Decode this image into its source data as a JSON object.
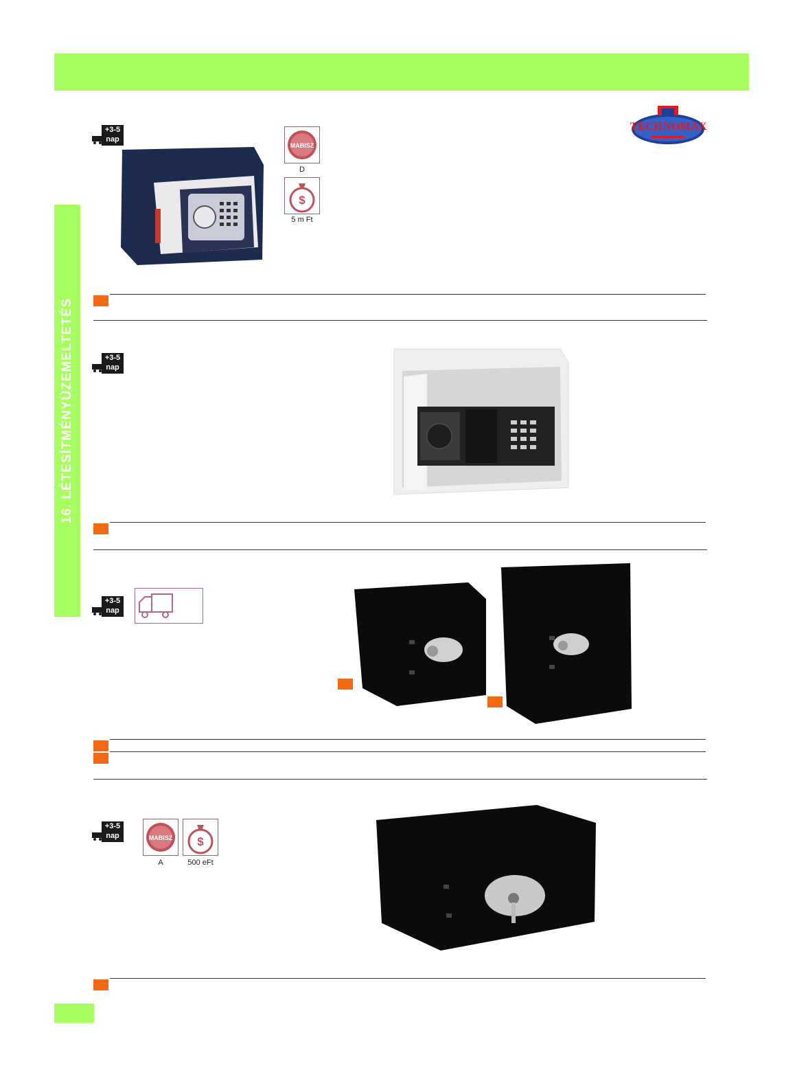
{
  "side_tab": {
    "label": "16. LÉTESÍTMÉNYÜZEMELTETÉS"
  },
  "brand": {
    "name": "TECHNOMAX"
  },
  "delivery_badge": {
    "line1": "+3-5",
    "line2": "nap"
  },
  "certifications": [
    {
      "icon": "madisz-seal-icon",
      "label": "MABISZ",
      "caption": "D"
    },
    {
      "icon": "money-bag-icon",
      "label": "$",
      "caption": "5 m Ft"
    },
    {
      "icon": "madisz-seal-icon",
      "label": "MABISZ",
      "caption": "A"
    },
    {
      "icon": "money-bag-icon",
      "label": "$",
      "caption": "500 eFt"
    }
  ],
  "products": [
    {
      "image": "dark-blue-electronic-safe"
    },
    {
      "image": "white-electronic-safe-open"
    },
    {
      "image": "black-electronic-safe-small"
    },
    {
      "image": "black-electronic-safe-tall"
    },
    {
      "image": "black-key-safe"
    }
  ],
  "colors": {
    "accent_green": "#a6ff5e",
    "marker_orange": "#f26b12",
    "brand_red": "#e01a20"
  }
}
